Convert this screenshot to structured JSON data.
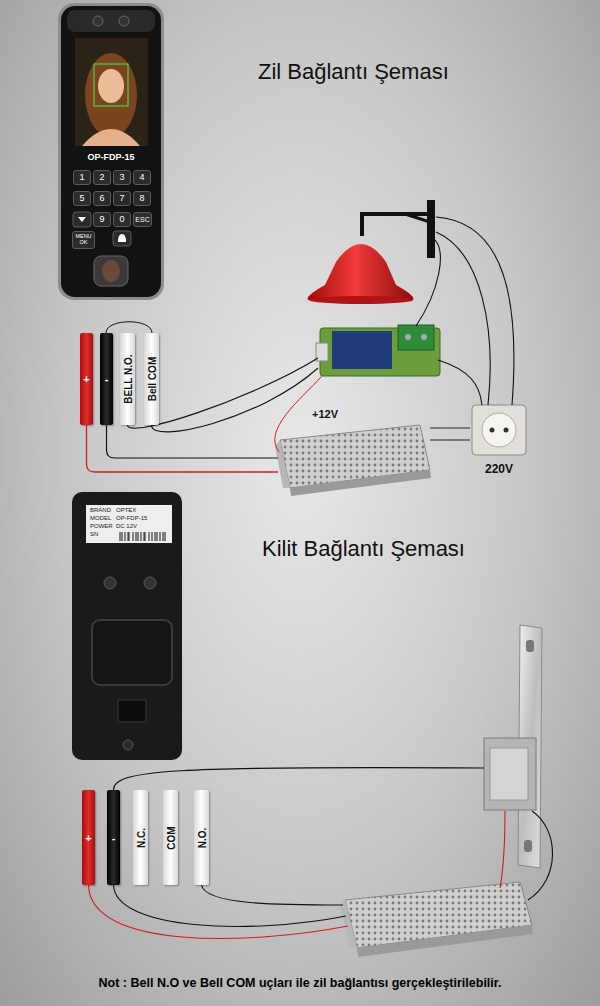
{
  "diagram": {
    "title": "Zil Bağlantı Şeması",
    "caption": "Not : Bell N.O ve Bell COM uçları ile zil bağlantısı gerçekleştirilebilir.",
    "nodes": [
      {
        "text": [
          "OP-FDP-15"
        ]
      },
      {
        "text": [
          "1"
        ],
        "in": 0
      },
      {
        "text": [
          "2"
        ],
        "in": 0
      },
      {
        "text": [
          "3"
        ],
        "in": 0
      },
      {
        "text": [
          "4"
        ],
        "in": 0
      },
      {
        "text": [
          "5"
        ],
        "in": 0
      },
      {
        "text": [
          "6"
        ],
        "in": 0
      },
      {
        "text": [
          "7"
        ],
        "in": 0
      },
      {
        "text": [
          "8"
        ],
        "in": 0
      },
      {
        "text": [
          "9"
        ],
        "in": 0
      },
      {
        "text": [
          "0"
        ],
        "in": 0
      },
      {
        "text": [
          "ESC"
        ],
        "in": 0
      },
      {
        "text": [
          "MENU OK"
        ],
        "in": 0
      },
      {
        "text": [
          "+"
        ]
      },
      {
        "text": [
          "-"
        ]
      },
      {
        "text": [
          "BELL N.O."
        ]
      },
      {
        "text": [
          "Bell COM"
        ]
      },
      {
        "text": [
          "+12V"
        ]
      },
      {
        "text": [
          "220V"
        ]
      },
      {
        "text": [
          "+"
        ]
      },
      {
        "text": [
          "-"
        ]
      },
      {
        "text": [
          "N.C."
        ]
      },
      {
        "text": [
          "COM"
        ]
      },
      {
        "text": [
          "N.O."
        ]
      }
    ],
    "edges": [
      {
        "from": 13,
        "to": 17,
        "arrow": "none"
      },
      {
        "from": 14,
        "to": 17,
        "arrow": "none"
      },
      {
        "from": 17,
        "to": 18,
        "arrow": "none"
      },
      {
        "from": 17,
        "to": 18,
        "arrow": "none"
      }
    ],
    "labels": [
      "Kilit Bağlantı Şeması",
      "BRAND",
      "OPTEX",
      "MODEL",
      "OP-FDP-15",
      "POWER",
      "DC 12V",
      "SN"
    ]
  }
}
